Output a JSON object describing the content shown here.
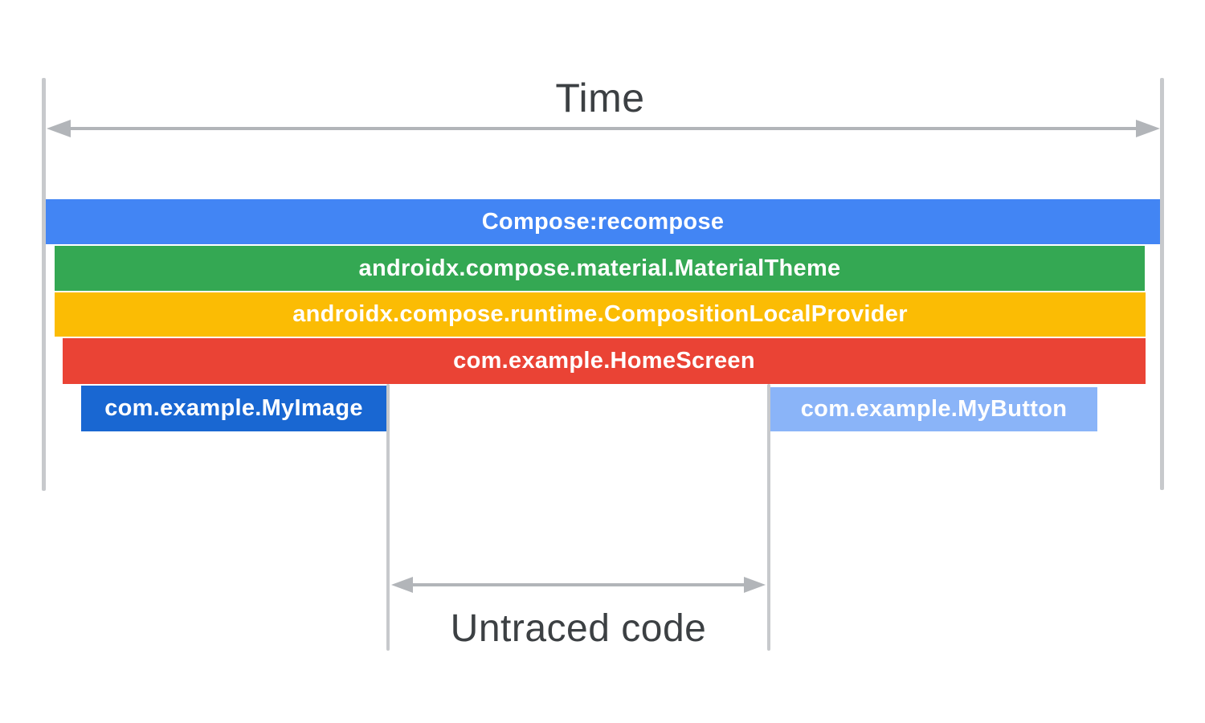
{
  "annotations": {
    "time_label": "Time",
    "untraced_label": "Untraced code"
  },
  "bars": [
    {
      "name": "compose-recompose",
      "label": "Compose:recompose",
      "color": "#4285F4"
    },
    {
      "name": "material-theme",
      "label": "androidx.compose.material.MaterialTheme",
      "color": "#34A853"
    },
    {
      "name": "composition-local-provider",
      "label": "androidx.compose.runtime.CompositionLocalProvider",
      "color": "#FBBC04"
    },
    {
      "name": "home-screen",
      "label": "com.example.HomeScreen",
      "color": "#EA4335"
    },
    {
      "name": "my-image",
      "label": "com.example.MyImage",
      "color": "#1967D2"
    },
    {
      "name": "my-button",
      "label": "com.example.MyButton",
      "color": "#8AB4F8"
    }
  ],
  "colors": {
    "background": "#FFFFFF",
    "guide_line": "#C7C9CC",
    "arrow": "#B2B5B9",
    "annotation_text": "#3C4043",
    "bar_text": "#FFFFFF"
  }
}
